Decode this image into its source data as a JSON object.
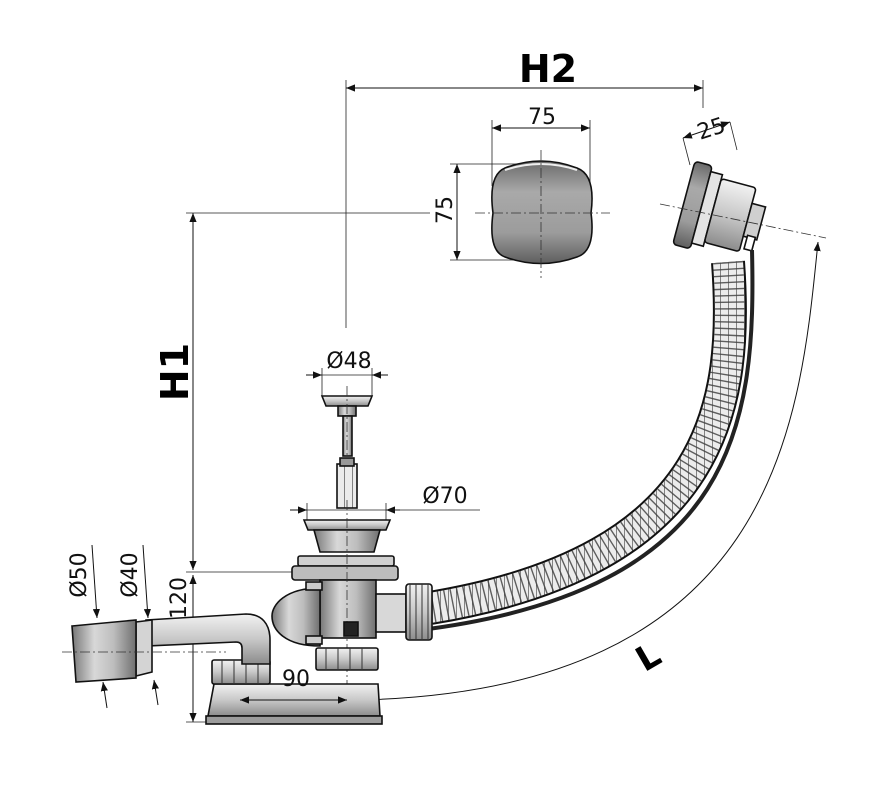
{
  "labels": {
    "h1": "H1",
    "h2": "H2",
    "l": "L",
    "cap_width": "75",
    "cap_height": "75",
    "overflow_depth": "25",
    "plug_diameter": "Ø48",
    "waste_diameter": "Ø70",
    "outlet_outer_diameter": "Ø50",
    "outlet_inner_diameter": "Ø40",
    "trap_height": "120",
    "trap_offset": "90"
  },
  "colors": {
    "line": "#111111",
    "metal_dark": "#8a8a8a",
    "metal_mid": "#b4b4b4",
    "metal_light": "#e6e6e6",
    "hose": "#d9d9d9"
  }
}
